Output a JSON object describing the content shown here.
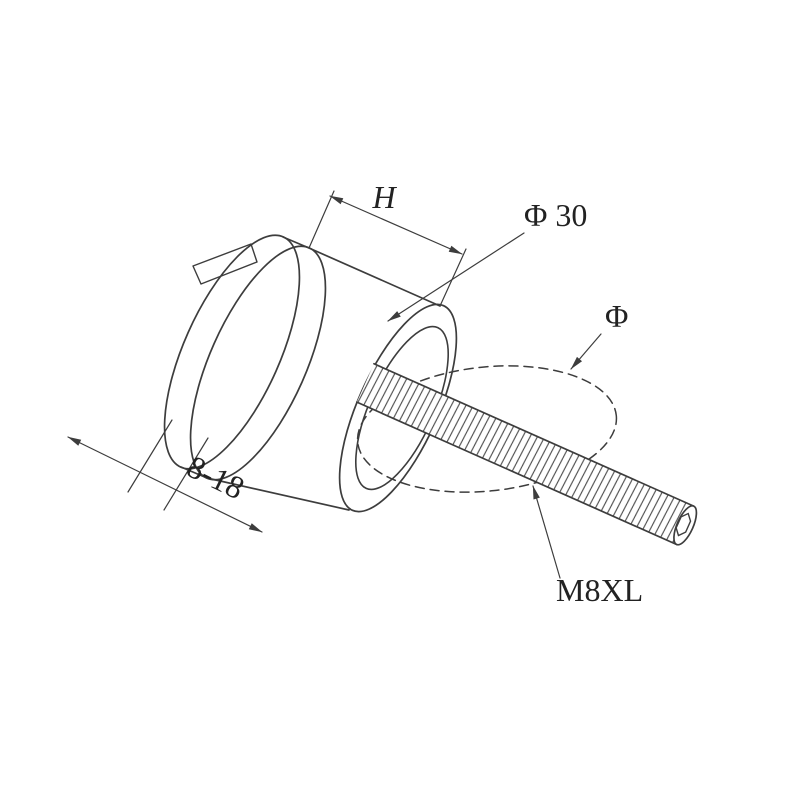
{
  "drawing": {
    "labels": {
      "height": "H",
      "diameter_30": "Φ 30",
      "diameter": "Φ",
      "glass_range": "8-18",
      "thread_spec": "M8XL"
    },
    "colors": {
      "line": "#3d3d3d",
      "thread_line": "#4a4a4a",
      "text": "#222222",
      "background": "#ffffff"
    }
  }
}
